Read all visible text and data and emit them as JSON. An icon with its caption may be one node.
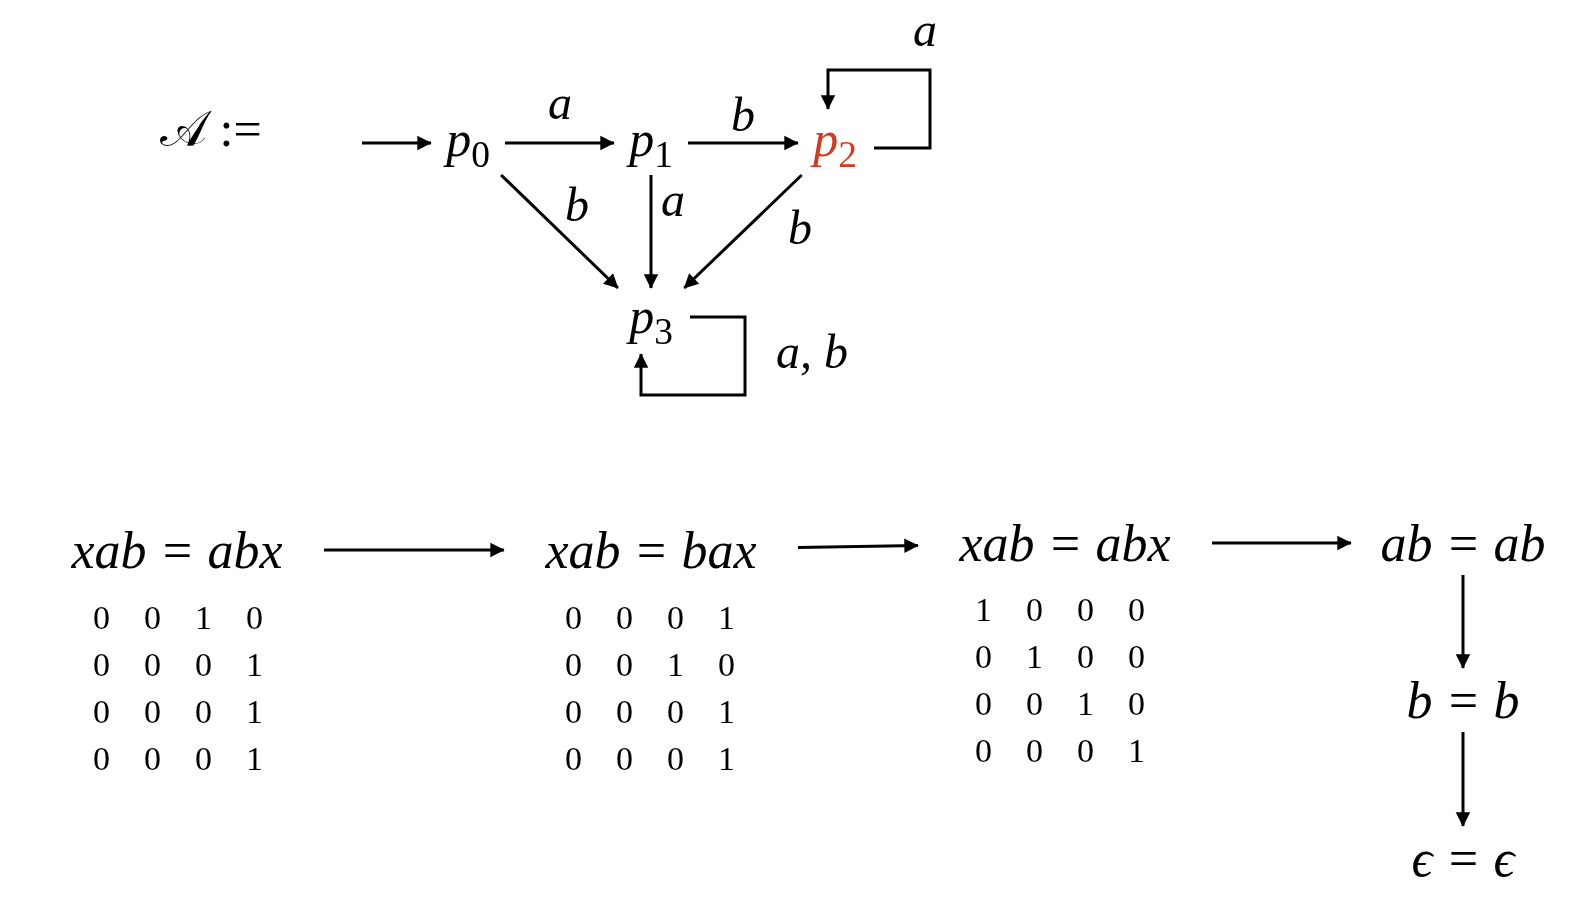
{
  "diagram": {
    "nodes": [
      {
        "text": [
          "p$_{0}$"
        ]
      },
      {
        "text": [
          "p$_{1}$"
        ]
      },
      {
        "text": [
          "p$_{2}$"
        ]
      },
      {
        "text": [
          "p$_{3}$"
        ]
      },
      {
        "text": [
          "xab = abx"
        ],
        "beside": [
          "0 0 1 0",
          "0 0 0 1",
          "0 0 0 1",
          "0 0 0 1"
        ]
      },
      {
        "text": [
          "xab = bax"
        ],
        "beside": [
          "0 0 0 1",
          "0 0 1 0",
          "0 0 0 1",
          "0 0 0 1"
        ]
      },
      {
        "text": [
          "xab = abx"
        ],
        "beside": [
          "1 0 0 0",
          "0 1 0 0",
          "0 0 1 0",
          "0 0 0 1"
        ]
      },
      {
        "text": [
          "ab = ab"
        ]
      },
      {
        "text": [
          "b = b"
        ]
      },
      {
        "text": [
          "ϵ = ϵ"
        ]
      }
    ],
    "edges": [
      {
        "from": null,
        "to": 0,
        "arrow": "to"
      },
      {
        "from": 0,
        "to": 1,
        "arrow": "to",
        "label": "a"
      },
      {
        "from": 1,
        "to": 2,
        "arrow": "to",
        "label": "b"
      },
      {
        "from": 2,
        "to": 2,
        "arrow": "to",
        "label": "a"
      },
      {
        "from": 0,
        "to": 3,
        "arrow": "to",
        "label": "b"
      },
      {
        "from": 1,
        "to": 3,
        "arrow": "to",
        "label": "a"
      },
      {
        "from": 2,
        "to": 3,
        "arrow": "to",
        "label": "b"
      },
      {
        "from": 3,
        "to": 3,
        "arrow": "to",
        "label": "a, b"
      },
      {
        "from": 4,
        "to": 5,
        "arrow": "to"
      },
      {
        "from": 5,
        "to": 6,
        "arrow": "to"
      },
      {
        "from": 6,
        "to": 7,
        "arrow": "to"
      },
      {
        "from": 7,
        "to": 8,
        "arrow": "to"
      },
      {
        "from": 8,
        "to": 9,
        "arrow": "to"
      }
    ],
    "labels": [
      "𝒜 :="
    ]
  }
}
